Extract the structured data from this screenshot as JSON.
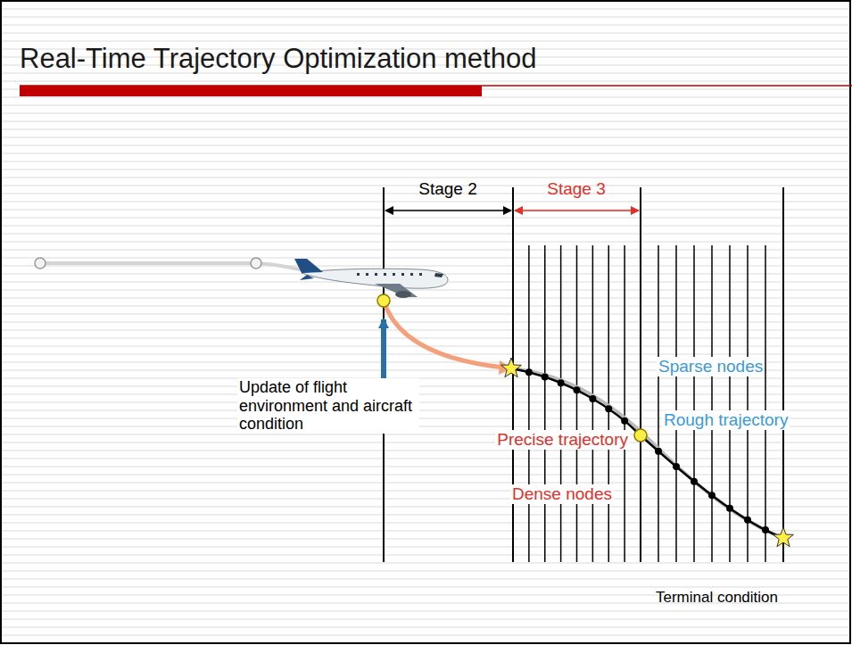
{
  "diagram": {
    "title": "Real-Time Trajectory Optimization method",
    "labels": [
      "Stage 2",
      "Stage 3",
      "Update of flight environment and aircraft condition",
      "Sparse nodes",
      "Rough trajectory",
      "Precise trajectory",
      "Dense nodes",
      "Terminal condition"
    ]
  }
}
